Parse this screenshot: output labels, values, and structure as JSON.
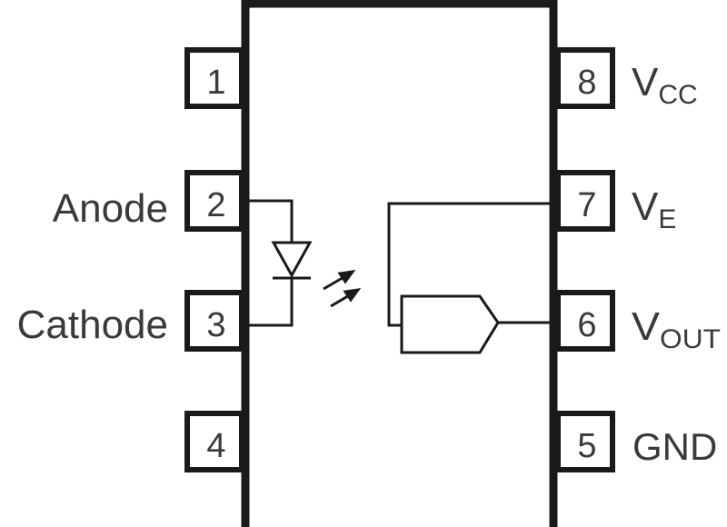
{
  "pins": [
    {
      "number": "1",
      "label": "",
      "sub": ""
    },
    {
      "number": "2",
      "label": "Anode",
      "sub": ""
    },
    {
      "number": "3",
      "label": "Cathode",
      "sub": ""
    },
    {
      "number": "4",
      "label": "",
      "sub": ""
    },
    {
      "number": "8",
      "label": "V",
      "sub": "CC"
    },
    {
      "number": "7",
      "label": "V",
      "sub": "E"
    },
    {
      "number": "6",
      "label": "V",
      "sub": "OUT"
    },
    {
      "number": "5",
      "label": "GND",
      "sub": ""
    }
  ],
  "colors": {
    "line": "#1a1a1a",
    "text": "#3a3a3a",
    "background": "#ffffff"
  }
}
